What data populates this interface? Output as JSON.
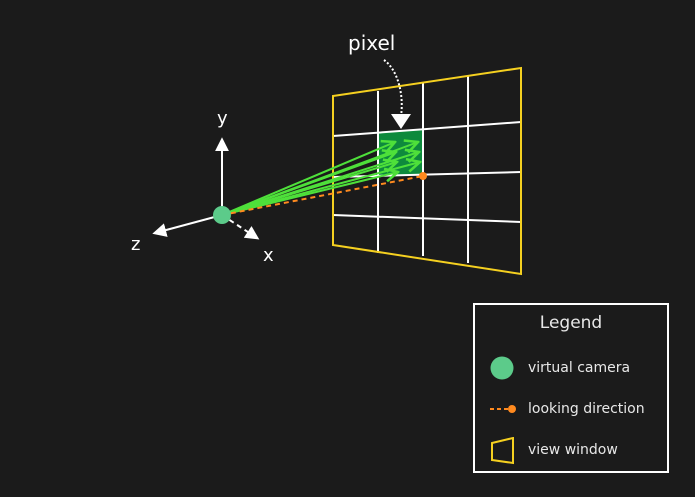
{
  "labels": {
    "pixel": "pixel",
    "axis_y": "y",
    "axis_z": "z",
    "axis_x": "x"
  },
  "legend": {
    "title": "Legend",
    "items": [
      {
        "label": "virtual camera",
        "icon": "camera-dot-icon"
      },
      {
        "label": "looking direction",
        "icon": "dashed-arrow-icon"
      },
      {
        "label": "view window",
        "icon": "trapezoid-window-icon"
      }
    ]
  },
  "colors": {
    "background": "#1b1b1b",
    "camera": "#5ccb8a",
    "looking_direction": "#ff8a1f",
    "view_window": "#f5d020",
    "rays": "#4ee03a",
    "pixel_fill": "#0e8a3d",
    "grid": "#ffffff"
  }
}
